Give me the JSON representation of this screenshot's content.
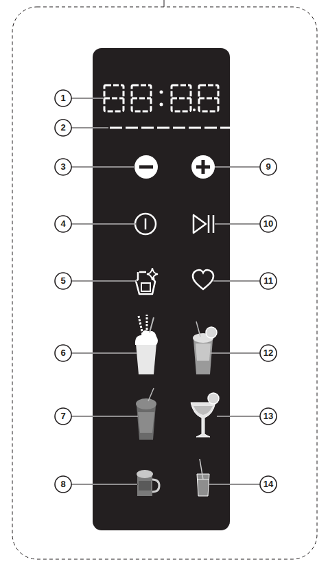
{
  "diagram": {
    "labels": [
      "1",
      "2",
      "3",
      "9",
      "4",
      "10",
      "5",
      "11",
      "6",
      "12",
      "7",
      "13",
      "8",
      "14"
    ]
  }
}
